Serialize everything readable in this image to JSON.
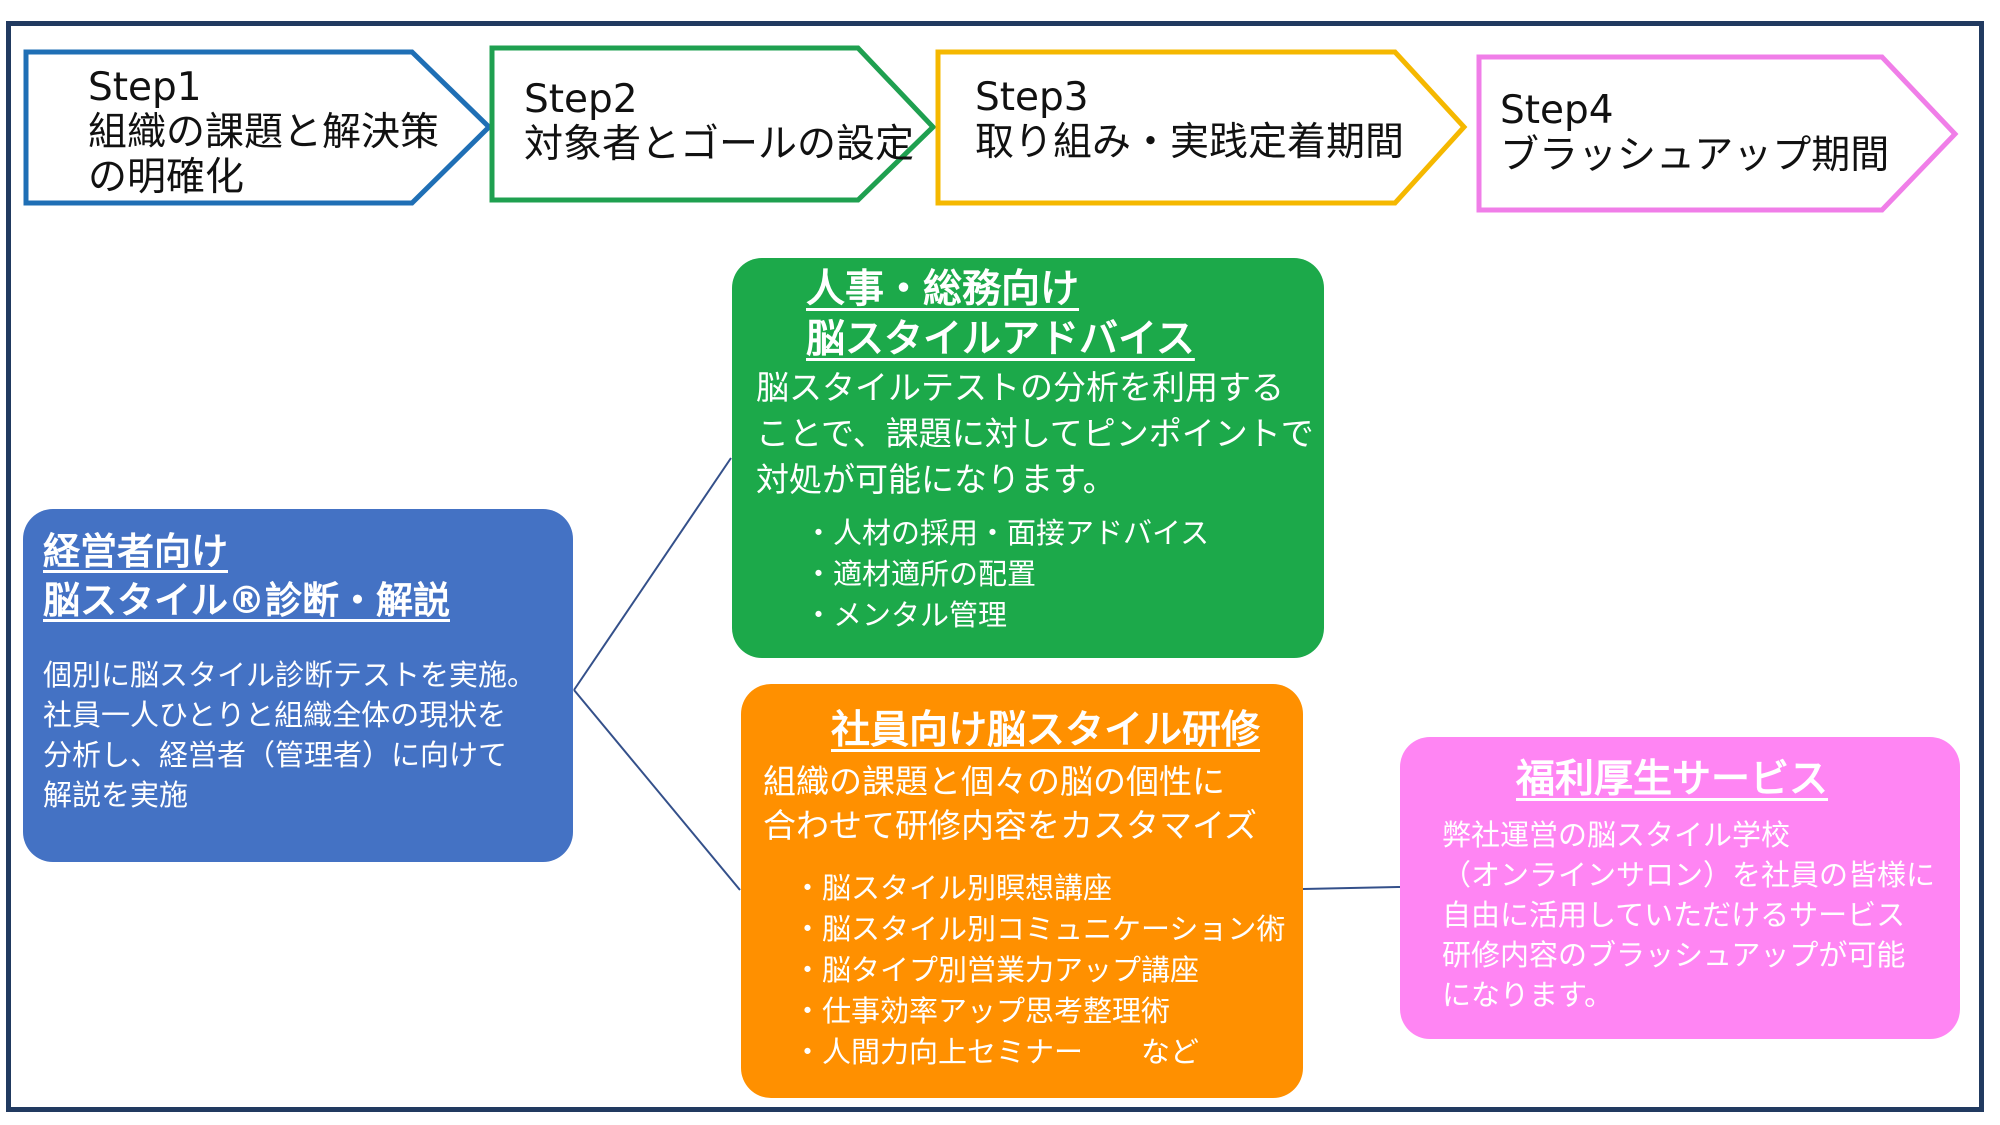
{
  "steps": [
    {
      "label": "Step1",
      "text": [
        "組織の課題と解決策",
        "の明確化"
      ],
      "color": "#1f6fb5"
    },
    {
      "label": "Step2",
      "text": [
        "対象者とゴールの設定"
      ],
      "color": "#1fa050"
    },
    {
      "label": "Step3",
      "text": [
        "取り組み・実践定着期間"
      ],
      "color": "#f5b800"
    },
    {
      "label": "Step4",
      "text": [
        "ブラッシュアップ期間"
      ],
      "color": "#f07ee8"
    }
  ],
  "executive": {
    "title": [
      "経営者向け",
      "脳スタイル®診断・解説"
    ],
    "body": [
      "個別に脳スタイル診断テストを実施。",
      "社員一人ひとりと組織全体の現状を",
      "分析し、経営者（管理者）に向けて",
      "解説を実施"
    ],
    "color": "#4472c4"
  },
  "hr": {
    "title": [
      "人事・総務向け",
      "脳スタイルアドバイス"
    ],
    "body": [
      "脳スタイルテストの分析を利用する",
      "ことで、課題に対してピンポイントで",
      "対処が可能になります。"
    ],
    "bullets": [
      "・人材の採用・面接アドバイス",
      "・適材適所の配置",
      "・メンタル管理"
    ],
    "color": "#1ca94a"
  },
  "employee": {
    "title": "社員向け脳スタイル研修",
    "body": [
      "組織の課題と個々の脳の個性に",
      "合わせて研修内容をカスタマイズ"
    ],
    "bullets": [
      "・脳スタイル別瞑想講座",
      "・脳スタイル別コミュニケーション術",
      "・脳タイプ別営業力アップ講座",
      "・仕事効率アップ思考整理術",
      "・人間力向上セミナー　　など"
    ],
    "color": "#ff9000"
  },
  "welfare": {
    "title": "福利厚生サービス",
    "body": [
      "弊社運営の脳スタイル学校",
      "（オンラインサロン）を社員の皆様に",
      "自由に活用していただけるサービス",
      "研修内容のブラッシュアップが可能",
      "になります。"
    ],
    "color": "#ff85f3"
  }
}
